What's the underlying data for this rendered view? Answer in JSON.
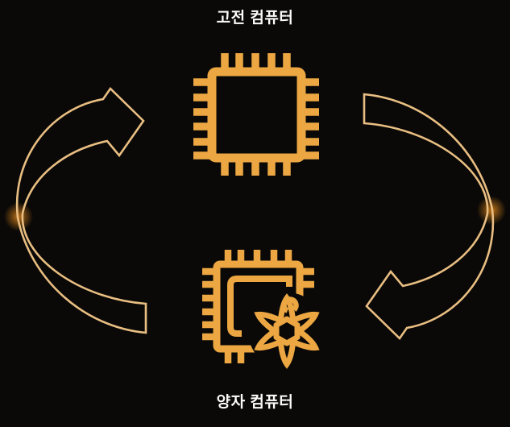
{
  "diagram": {
    "top_label": "고전 컴퓨터",
    "bottom_label": "양자 컴퓨터",
    "nodes": [
      {
        "id": "classical",
        "label": "고전 컴퓨터",
        "icon": "cpu-chip-icon",
        "position": "top-center"
      },
      {
        "id": "quantum",
        "label": "양자 컴퓨터",
        "icon": "quantum-chip-atom-icon",
        "position": "bottom-center"
      }
    ],
    "arrows": [
      {
        "id": "left",
        "from": "quantum",
        "to": "classical",
        "description": "outlined crescent arrow on the left curving upward, head pointing right toward the classical computer chip"
      },
      {
        "id": "right",
        "from": "classical",
        "to": "quantum",
        "description": "outlined crescent arrow on the right curving downward, head pointing left toward the quantum computer chip"
      }
    ],
    "cycle_direction": "clockwise",
    "colors": {
      "bg": "#0a0907",
      "accent": "#eca743",
      "arrow": "#e9be82",
      "glow": "#cf7d1a",
      "text": "#fbfbfb"
    }
  }
}
